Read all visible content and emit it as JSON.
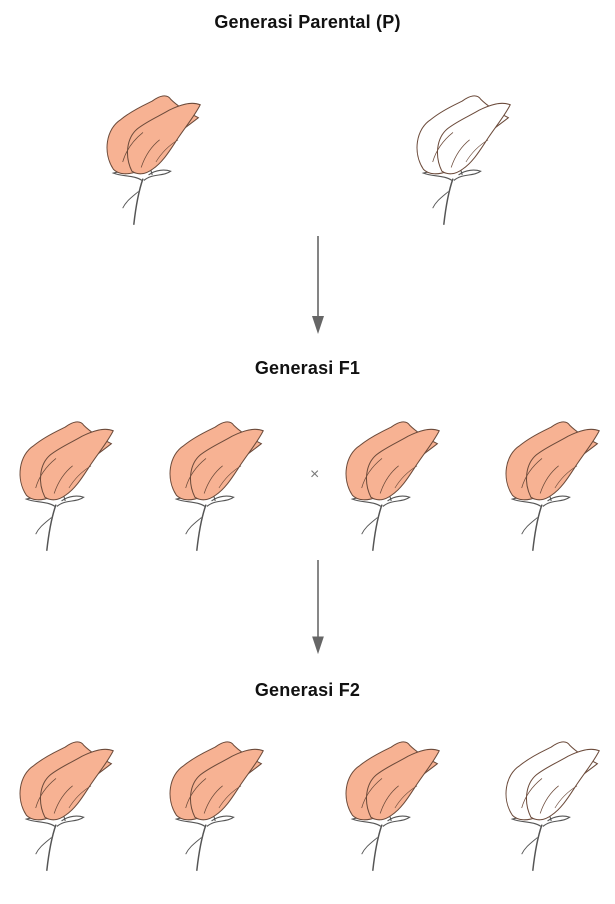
{
  "labels": {
    "parental": "Generasi Parental (P)",
    "f1": "Generasi F1",
    "f2": "Generasi F2"
  },
  "cross_symbol": "×",
  "colors": {
    "pink_fill": "#f7b293",
    "white_fill": "#ffffff",
    "petal_outline": "#7a4a3a",
    "stem": "#555555",
    "arrow": "#666666"
  },
  "generations": {
    "parental": [
      "pink",
      "white"
    ],
    "f1": [
      "pink",
      "pink",
      "pink",
      "pink"
    ],
    "f2": [
      "pink",
      "pink",
      "pink",
      "white"
    ]
  }
}
